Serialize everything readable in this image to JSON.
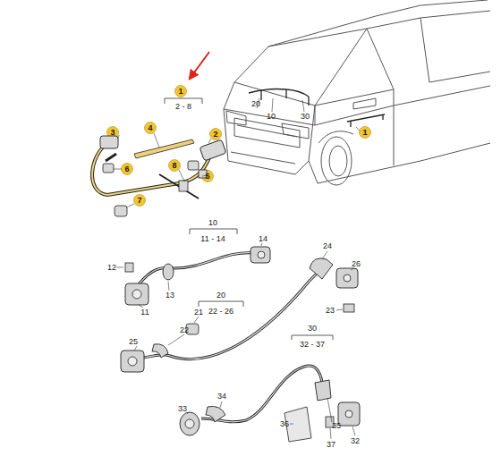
{
  "diagram": {
    "labels": [
      "1",
      "2 - 8",
      "3",
      "4",
      "2",
      "6",
      "8",
      "5",
      "7",
      "20",
      "10",
      "30",
      "1",
      "10",
      "11 - 14",
      "14",
      "24",
      "12",
      "26",
      "13",
      "20",
      "22 - 26",
      "21",
      "11",
      "23",
      "22",
      "25",
      "30",
      "32 - 37",
      "34",
      "33",
      "36",
      "35",
      "37",
      "32"
    ]
  }
}
